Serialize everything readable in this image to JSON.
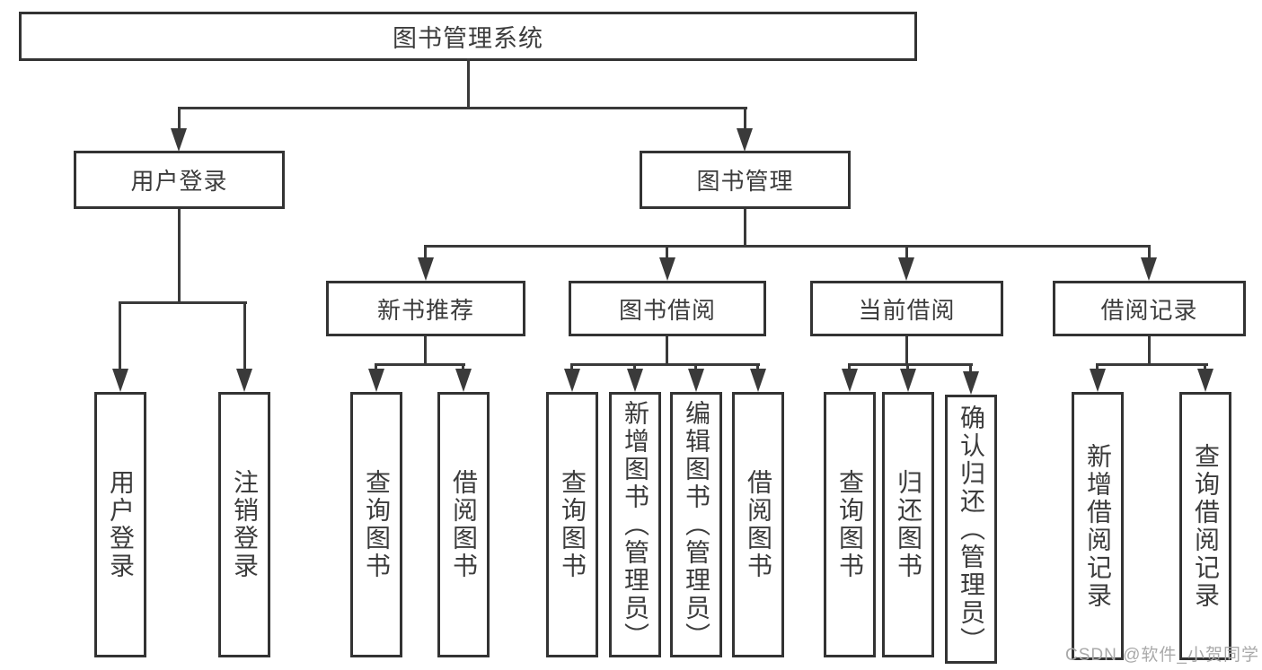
{
  "tree": {
    "root": {
      "label": "图书管理系统"
    },
    "branches": [
      {
        "label": "用户登录",
        "children": [
          {
            "label": "用户登录"
          },
          {
            "label": "注销登录"
          }
        ]
      },
      {
        "label": "图书管理",
        "groups": [
          {
            "label": "新书推荐",
            "children": [
              {
                "label": "查询图书"
              },
              {
                "label": "借阅图书"
              }
            ]
          },
          {
            "label": "图书借阅",
            "children": [
              {
                "label": "查询图书"
              },
              {
                "label": "新增图书（管理员）"
              },
              {
                "label": "编辑图书（管理员）"
              },
              {
                "label": "借阅图书"
              }
            ]
          },
          {
            "label": "当前借阅",
            "children": [
              {
                "label": "查询图书"
              },
              {
                "label": "归还图书"
              },
              {
                "label": "确认归还（管理员）"
              }
            ]
          },
          {
            "label": "借阅记录",
            "children": [
              {
                "label": "新增借阅记录"
              },
              {
                "label": "查询借阅记录"
              }
            ]
          }
        ]
      }
    ]
  },
  "watermark": {
    "text": "CSDN @软件_小贺同学"
  },
  "colors": {
    "line": "#3a3a3a",
    "box_border": "#333333",
    "text": "#3c3c3c",
    "watermark": "#a9a9a9",
    "background": "#ffffff"
  }
}
